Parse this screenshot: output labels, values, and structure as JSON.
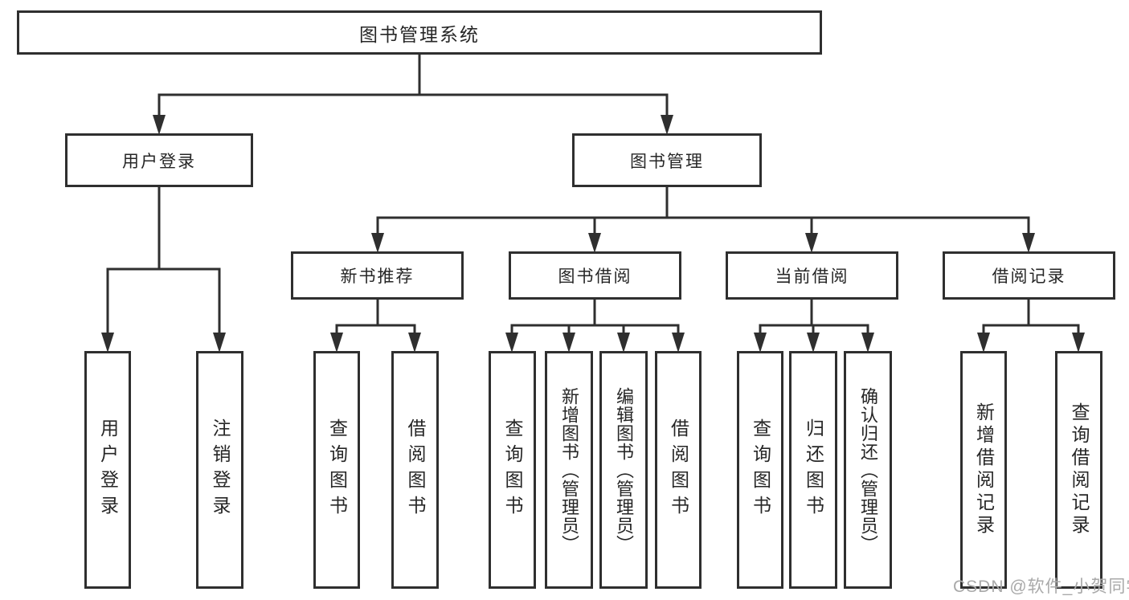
{
  "title": "图书管理系统",
  "nodes": {
    "root": "图书管理系统",
    "user_login": "用户登录",
    "book_mgmt": "图书管理",
    "new_books": "新书推荐",
    "book_borrow": "图书借阅",
    "current_borrow": "当前借阅",
    "borrow_records": "借阅记录"
  },
  "leaves": {
    "user_login": [
      "用户登录",
      "注销登录"
    ],
    "new_books": [
      "查询图书",
      "借阅图书"
    ],
    "book_borrow": [
      "查询图书",
      "新增图书（管理员）",
      "编辑图书（管理员）",
      "借阅图书"
    ],
    "current_borrow": [
      "查询图书",
      "归还图书",
      "确认归还（管理员）"
    ],
    "borrow_records": [
      "新增借阅记录",
      "查询借阅记录"
    ]
  },
  "watermark": "CSDN @软件_小贺同学",
  "colors": {
    "line": "#2f2f2f",
    "text": "#262626",
    "watermark": "#a9a9a9",
    "background": "#ffffff"
  }
}
